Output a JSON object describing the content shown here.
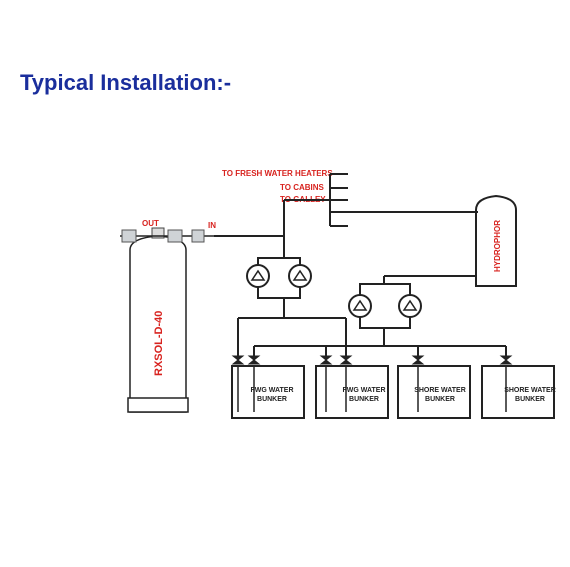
{
  "title": "Typical Installation:-",
  "labels": {
    "out": "OUT",
    "in": "IN",
    "heaters": "TO FRESH WATER HEATERS",
    "cabins": "TO CABINS",
    "galley": "TO GALLEY",
    "unit": "RXSOL-D-40",
    "hydrophor": "HYDROPHOR"
  },
  "tanks": [
    {
      "line1": "FWG WATER",
      "line2": "BUNKER"
    },
    {
      "line1": "FWG WATER",
      "line2": "BUNKER"
    },
    {
      "line1": "SHORE WATER",
      "line2": "BUNKER"
    },
    {
      "line1": "SHORE WATER",
      "line2": "BUNKER"
    }
  ],
  "colors": {
    "title": "#1a2e9c",
    "label": "#d8231f",
    "line": "#222222"
  }
}
